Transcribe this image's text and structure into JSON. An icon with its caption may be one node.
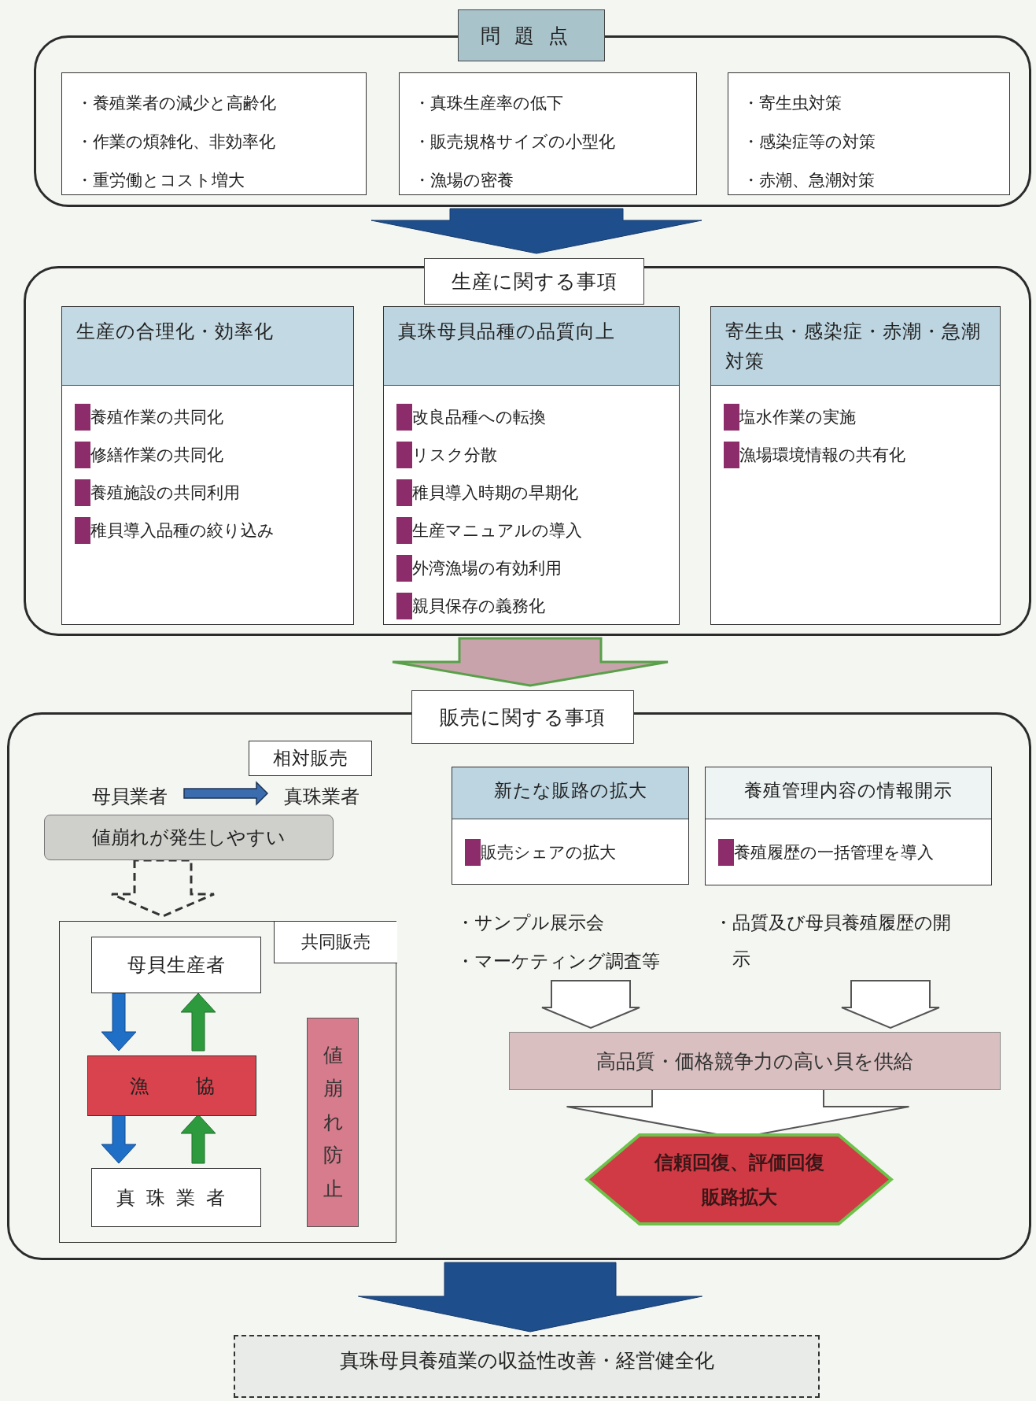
{
  "diagram": {
    "nodes": [
      {
        "text": [
          "問題点"
        ]
      },
      {
        "text": [
          "・養殖業者の減少と高齢化",
          "・作業の煩雑化、非効率化",
          "・重労働とコスト増大"
        ],
        "in": 0
      },
      {
        "text": [
          "・真珠生産率の低下",
          "・販売規格サイズの小型化",
          "・漁場の密養"
        ],
        "in": 0
      },
      {
        "text": [
          "・寄生虫対策",
          "・感染症等の対策",
          "・赤潮、急潮対策"
        ],
        "in": 0
      },
      {
        "text": [
          "生産に関する事項"
        ]
      },
      {
        "text": [
          "生産の合理化・効率化",
          "養殖作業の共同化",
          "修繕作業の共同化",
          "養殖施設の共同利用",
          "稚貝導入品種の絞り込み"
        ],
        "in": 4
      },
      {
        "text": [
          "真珠母貝品種の品質向上",
          "改良品種への転換",
          "リスク分散",
          "稚貝導入時期の早期化",
          "生産マニュアルの導入",
          "外湾漁場の有効利用",
          "親貝保存の義務化"
        ],
        "in": 4
      },
      {
        "text": [
          "寄生虫・感染症・赤潮・急潮対策",
          "塩水作業の実施",
          "漁場環境情報の共有化"
        ],
        "in": 4
      },
      {
        "text": [
          "販売に関する事項"
        ]
      },
      {
        "text": [
          "相対販売"
        ],
        "in": 8
      },
      {
        "text": [
          "母貝業者"
        ],
        "in": 8
      },
      {
        "text": [
          "真珠業者"
        ],
        "in": 8
      },
      {
        "text": [
          "値崩れが発生しやすい"
        ],
        "in": 8
      },
      {
        "text": [
          "共同販売"
        ],
        "in": 8
      },
      {
        "text": [
          "母貝生産者"
        ],
        "in": 13
      },
      {
        "text": [
          "漁協"
        ],
        "in": 13
      },
      {
        "text": [
          "真珠業者"
        ],
        "in": 13
      },
      {
        "text": [
          "値崩れ防止"
        ],
        "in": 13
      },
      {
        "text": [
          "新たな販路の拡大",
          "販売シェアの拡大"
        ],
        "in": 8,
        "beside": [
          "・サンプル展示会",
          "・マーケティング調査等"
        ]
      },
      {
        "text": [
          "養殖管理内容の情報開示",
          "養殖履歴の一括管理を導入"
        ],
        "in": 8,
        "beside": [
          "・品質及び母貝養殖履歴の開示"
        ]
      },
      {
        "text": [
          "高品質・価格競争力の高い貝を供給"
        ],
        "in": 8
      },
      {
        "text": [
          "信頼回復、評価回復",
          "販路拡大"
        ],
        "in": 8
      },
      {
        "text": [
          "真珠母貝養殖業の収益性改善・経営健全化"
        ]
      }
    ],
    "edges": [
      {
        "from": 0,
        "to": 4,
        "arrow": "to",
        "style": "thick",
        "color": "#1f4e8c"
      },
      {
        "from": 4,
        "to": 8,
        "arrow": "to",
        "style": "thick",
        "color": "#c9a3ab"
      },
      {
        "from": 10,
        "to": 11,
        "arrow": "to",
        "style": "thick",
        "color": "#3a6cae"
      },
      {
        "from": 12,
        "to": 13,
        "arrow": "to",
        "style": "dashed"
      },
      {
        "from": 14,
        "to": 15,
        "arrow": "to",
        "style": "thick",
        "color": "#1f6fc6"
      },
      {
        "from": 15,
        "to": 14,
        "arrow": "to",
        "style": "thick",
        "color": "#2e9a3e"
      },
      {
        "from": 15,
        "to": 16,
        "arrow": "to",
        "style": "thick",
        "color": "#1f6fc6"
      },
      {
        "from": 16,
        "to": 15,
        "arrow": "to",
        "style": "thick",
        "color": "#2e9a3e"
      },
      {
        "from": 18,
        "to": 20,
        "arrow": "to",
        "style": "thick",
        "color": "#ffffff"
      },
      {
        "from": 19,
        "to": 20,
        "arrow": "to",
        "style": "thick",
        "color": "#ffffff"
      },
      {
        "from": 20,
        "to": 21,
        "arrow": "to",
        "style": "thick",
        "color": "#ffffff"
      },
      {
        "from": 8,
        "to": 22,
        "arrow": "to",
        "style": "thick",
        "color": "#1f4e8c"
      }
    ]
  }
}
